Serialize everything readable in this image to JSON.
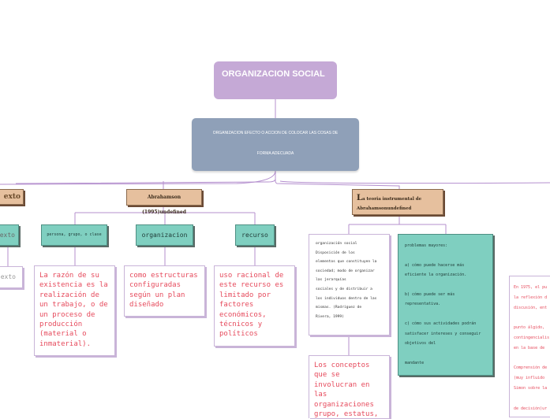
{
  "root": {
    "title": "ORGANIZACION SOCIAL"
  },
  "definition": {
    "line1": "ORGANIZACION EFECTO O ACCION DE COLOCAR LAS COSAS DE",
    "line2": "FORMA ADECUADA"
  },
  "branches": {
    "contexto": {
      "label": "exto",
      "sub_label": "exto",
      "leaf": "exto"
    },
    "abrahamson": {
      "label": "Abrahamson (1995)undefined",
      "children": [
        {
          "label": "persona, grupo, o clase",
          "text": "La razón de su existencia es la realización de un trabajo, o de un proceso de producción (material o inmaterial)."
        },
        {
          "label": "organizacion",
          "text": "como estructuras configuradas según un plan diseñado"
        },
        {
          "label": "recurso",
          "text": "uso racional de este recurso es limitado por factores económicos, técnicos y políticos"
        }
      ]
    },
    "teoria": {
      "label_line1": "La teoria instrumental de",
      "label_line2": "Abrahamsonundefined",
      "definition_lines": [
        "organización social",
        "Disposición de los",
        "elementos que constituyen la",
        "sociedad; modo de organizar",
        "las jerarquías",
        "sociales y de distribuir a",
        "los individuos dentro de las",
        "mismas. (Rodríguez de",
        "Rivera, 1999)"
      ],
      "problems_lines": [
        "problemas mayores:",
        "",
        "a) cómo puede hacerse más",
        "eficiente la organización.",
        "",
        "b) cómo puede ser más",
        "representativa.",
        "",
        "c) cómo sus actividades podrán",
        "satisfacer intereses y conseguir",
        "objetivos del",
        "",
        "mandante"
      ],
      "concepts_text": "Los conceptos que se involucran en las organizaciones grupo, estatus,"
    },
    "right": {
      "lines": [
        "En 1975, el pu",
        "la reflexión d",
        "discusión, ent",
        "",
        "punto álgido,",
        "contingencialis",
        "en la base de",
        "",
        "Comprensión de",
        "(muy influido",
        "Simon sobre la",
        "",
        "de decisión)ur"
      ]
    }
  }
}
